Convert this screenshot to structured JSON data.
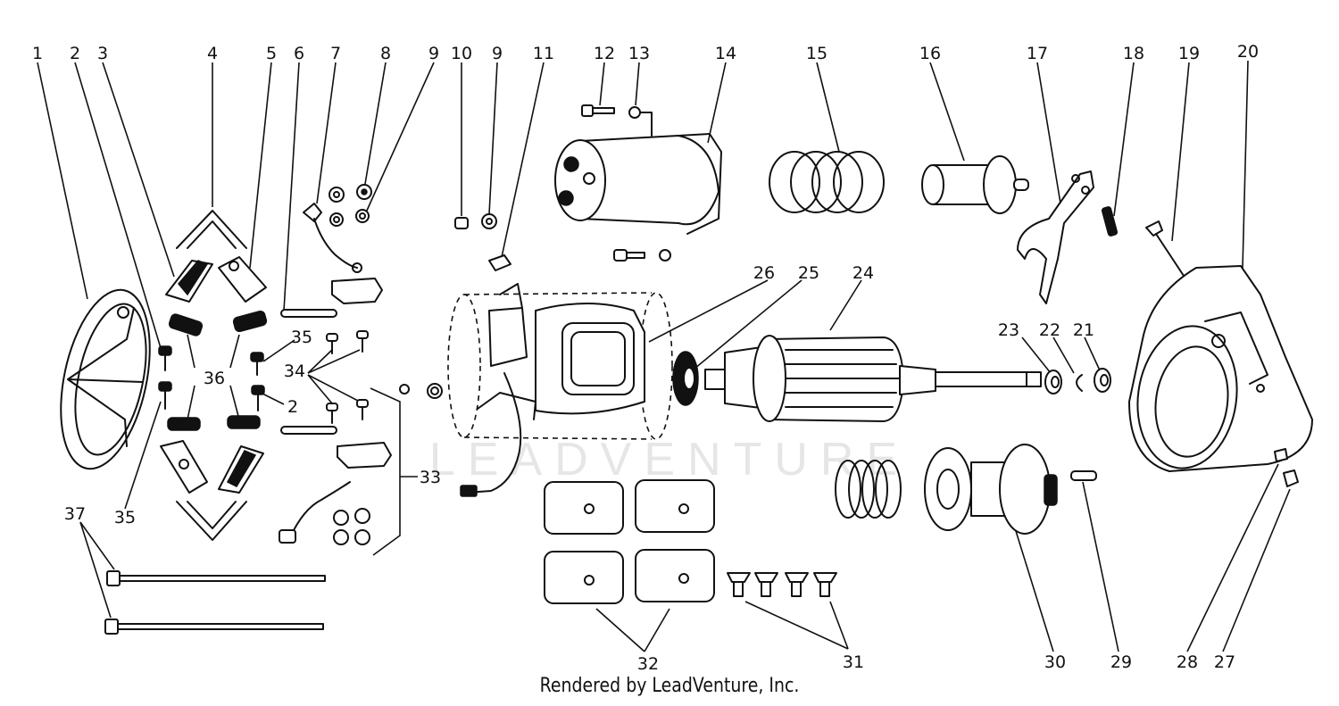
{
  "watermark": "LEADVENTURE",
  "footer": "Rendered by LeadVenture, Inc.",
  "callouts": [
    "1",
    "2",
    "3",
    "4",
    "5",
    "6",
    "7",
    "8",
    "9",
    "10",
    "9",
    "11",
    "12",
    "13",
    "14",
    "15",
    "16",
    "17",
    "18",
    "19",
    "20",
    "35",
    "36",
    "34",
    "2",
    "35",
    "26",
    "25",
    "24",
    "23",
    "22",
    "21",
    "33",
    "37",
    "32",
    "31",
    "30",
    "29",
    "28",
    "27"
  ]
}
